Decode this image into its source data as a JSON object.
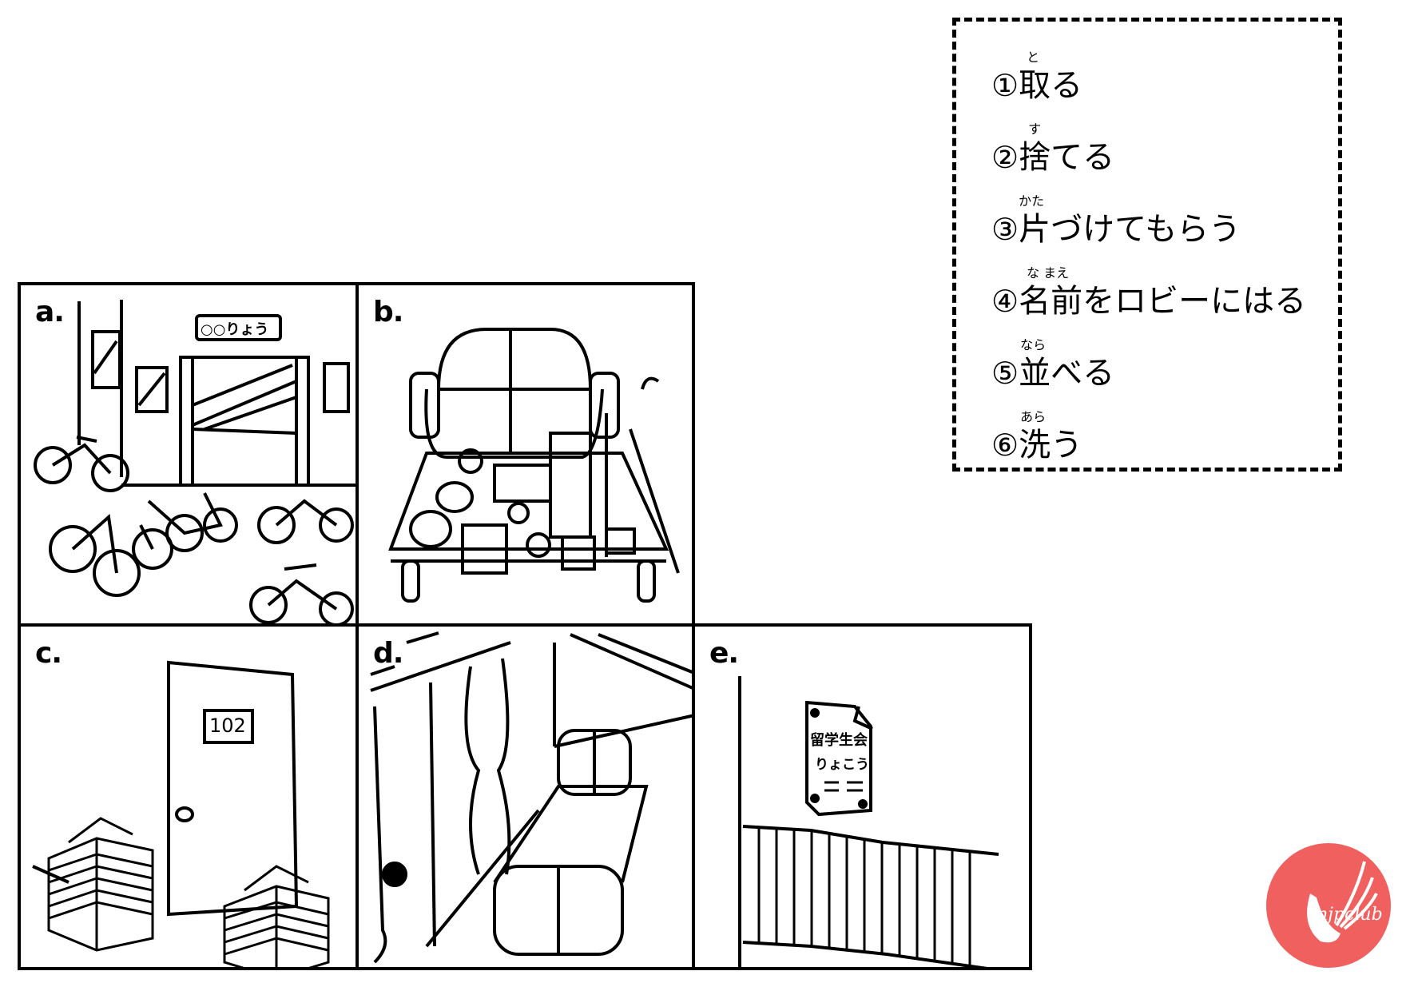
{
  "vocab_box": {
    "items": [
      {
        "number": "①",
        "kanji": "取",
        "ruby": "と",
        "rest": "る"
      },
      {
        "number": "②",
        "kanji": "捨",
        "ruby": "す",
        "rest": "てる"
      },
      {
        "number": "③",
        "kanji": "片",
        "ruby": "かた",
        "rest": "づけてもらう"
      },
      {
        "number": "④",
        "kanji": "名前",
        "ruby": "な まえ",
        "rest": "をロビーにはる"
      },
      {
        "number": "⑤",
        "kanji": "並",
        "ruby": "なら",
        "rest": "べる"
      },
      {
        "number": "⑥",
        "kanji": "洗",
        "ruby": "あら",
        "rest": "う"
      }
    ]
  },
  "panels": [
    {
      "label": "a.",
      "scene": "dormitory entrance with bicycles parked messily",
      "sign_text": "○○りょう"
    },
    {
      "label": "b.",
      "scene": "lobby sofa and table cluttered with books and cups"
    },
    {
      "label": "c.",
      "scene": "apartment door with stacks of newspapers",
      "door_number": "102"
    },
    {
      "label": "d.",
      "scene": "lounge with dirty curtains and sofas"
    },
    {
      "label": "e.",
      "scene": "wall with torn poster",
      "poster_line1": "留学生会",
      "poster_line2": "りょこう"
    }
  ],
  "logo": {
    "text": "njpclub",
    "color": "#ef5350"
  }
}
